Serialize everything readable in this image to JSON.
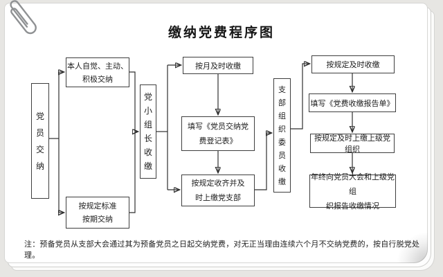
{
  "page": {
    "title": "缴纳党费程序图",
    "note": "注：预备党员从支部大会通过其为预备党员之日起交纳党费，对无正当理由连续六个月不交纳党费的，按自行脱党处理。"
  },
  "colors": {
    "background": "#e7e6e3",
    "paper": "#ffffff",
    "line": "#2e2e2e",
    "text": "#1c1c1c"
  },
  "icons": {
    "paperclip": "wire-clip-shape"
  },
  "nodes": {
    "member_pay": "党\n员\n交\n纳",
    "self_motivated": "本人自觉、主动、\n积极交纳",
    "standard_schedule": "按规定标准\n按期交纳",
    "group_leader_collect": "党\n小\n组\n长\n收\n缴",
    "monthly_collect": "按月及时收缴",
    "fill_register": "填写《党员交纳党\n费登记表》",
    "collect_submit_branch": "按规定收齐并及\n时上缴党支部",
    "branch_committee_collect": "支\n部\n组\n织\n委\n员\n收\n缴",
    "collect_per_rules": "按规定及时收缴",
    "fill_report": "填写《党费收缴报告单》",
    "submit_higher": "按规定及时上缴上级党组织",
    "year_end_report": "年终向党员大会和上级党组\n织报告收缴情况"
  }
}
